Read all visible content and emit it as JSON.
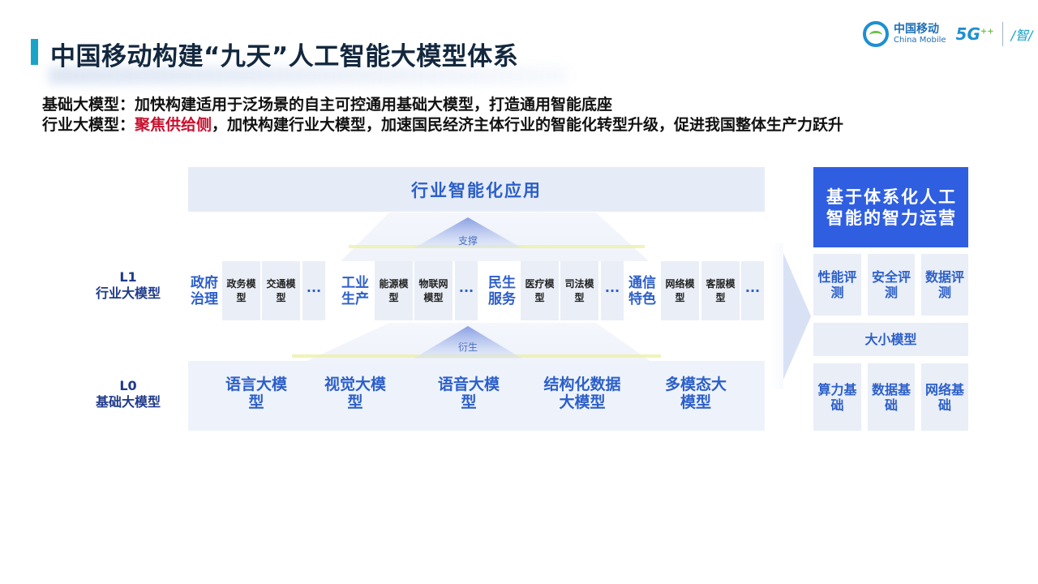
{
  "header": {
    "title": "中国移动构建“九天”人工智能大模型体系",
    "logo": {
      "cn": "中国移动",
      "en": "China Mobile",
      "fiveg": "5G",
      "plus": "++",
      "seal": "/智/"
    }
  },
  "description": {
    "line1": "基础大模型：加快构建适用于泛场景的自主可控通用基础大模型，打造通用智能底座",
    "line2_prefix": "行业大模型：",
    "line2_highlight": "聚焦供给侧",
    "line2_rest": "，加快构建行业大模型，加速国民经济主体行业的智能化转型升级，促进我国整体生产力跃升"
  },
  "diagram": {
    "top_band": "行业智能化应用",
    "support_label": "支撑",
    "derive_label": "衍生",
    "l1": {
      "code": "L1",
      "name": "行业大模型"
    },
    "l0": {
      "code": "L0",
      "name": "基础大模型"
    },
    "groups": [
      {
        "category": "政府治理",
        "models": [
          "政务模型",
          "交通模型"
        ],
        "more": "···"
      },
      {
        "category": "工业生产",
        "models": [
          "能源模型",
          "物联网模型"
        ],
        "more": "···"
      },
      {
        "category": "民生服务",
        "models": [
          "医疗模型",
          "司法模型"
        ],
        "more": "···"
      },
      {
        "category": "通信特色",
        "models": [
          "网络模型",
          "客服模型"
        ],
        "more": "···"
      }
    ],
    "base_models": [
      "语言大模型",
      "视觉大模型",
      "语音大模型",
      "结构化数据大模型",
      "多模态大模型"
    ]
  },
  "operations": {
    "title": "基于体系化人工智能的智力运营",
    "evals": [
      "性能评测",
      "安全评测",
      "数据评测"
    ],
    "middle": "大小模型",
    "foundations": [
      "算力基础",
      "数据基础",
      "网络基础"
    ]
  },
  "colors": {
    "accent": "#2c5fc9",
    "ops_title_bg": "#2f5fe0",
    "highlight": "#c8102e",
    "title_bar": "#1aa3c8"
  }
}
